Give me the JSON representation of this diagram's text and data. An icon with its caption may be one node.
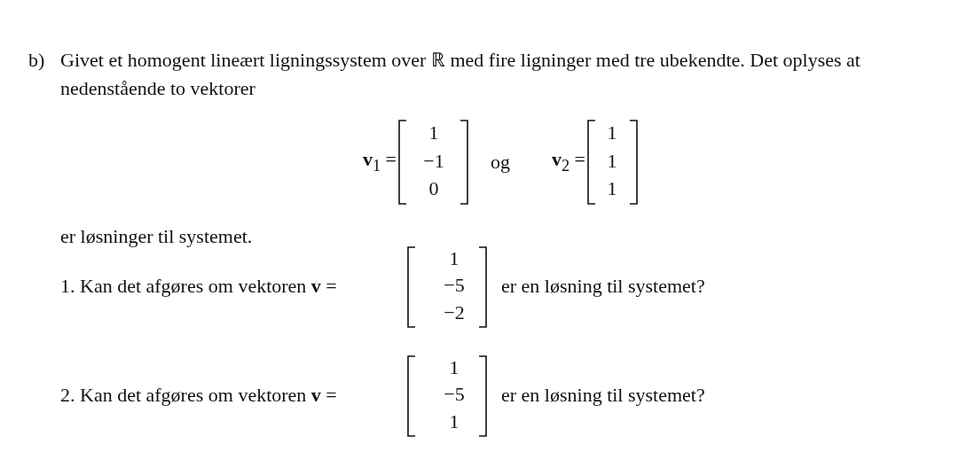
{
  "diagram": {
    "labels": [
      "b)",
      "Givet et homogent lineært ligningssystem over ℝ med fire ligninger med tre ubekendte. Det oplyses at nedenstående to vektorer",
      "**v**$_{1}$ =",
      "1",
      "−1",
      "0",
      "og",
      "**v**$_{2}$ =",
      "1",
      "1",
      "1",
      "er løsninger til systemet.",
      "1. Kan det afgøres om vektoren **v** =",
      "1",
      "−5",
      "−2",
      "er en løsning til systemet?",
      "2. Kan det afgøres om vektoren **v** =",
      "1",
      "−5",
      "1",
      "er en løsning til systemet?"
    ]
  }
}
